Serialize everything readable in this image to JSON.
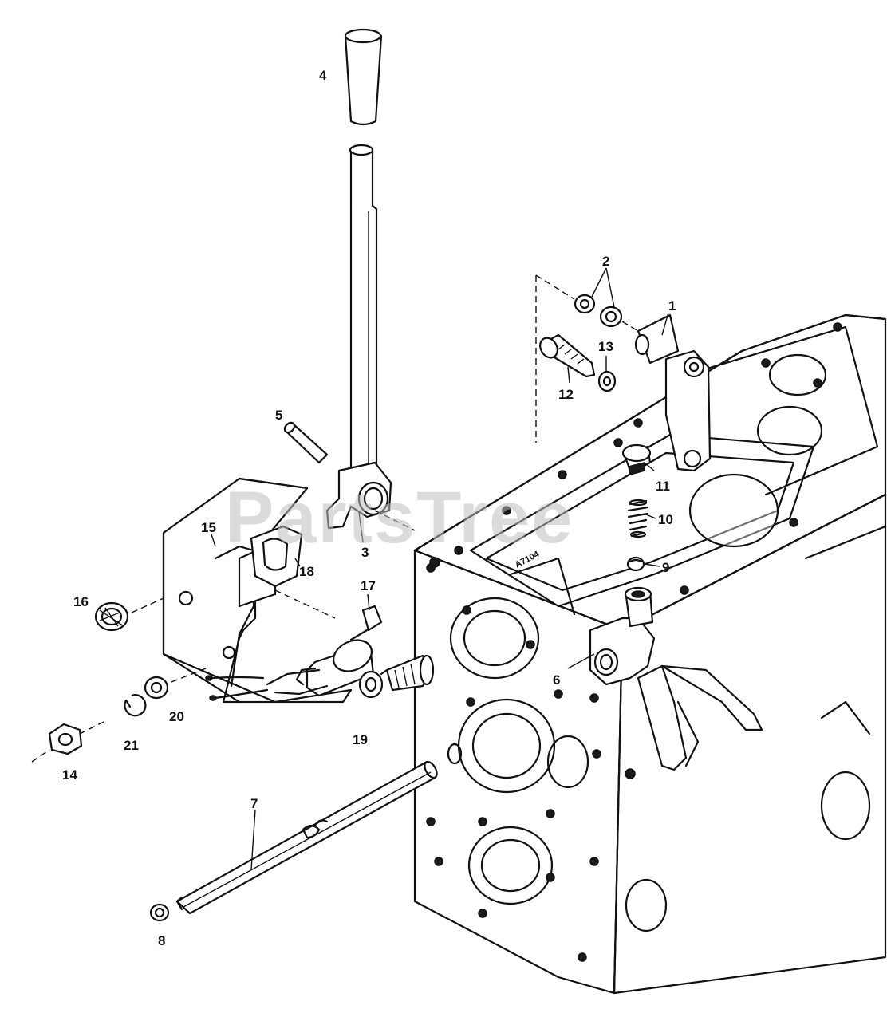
{
  "watermark": "PartsTree",
  "callouts": {
    "c1": "1",
    "c2": "2",
    "c3": "3",
    "c4": "4",
    "c5": "5",
    "c6": "6",
    "c7": "7",
    "c8": "8",
    "c9": "9",
    "c10": "10",
    "c11": "11",
    "c12": "12",
    "c13": "13",
    "c14": "14",
    "c15": "15",
    "c16": "16",
    "c17": "17",
    "c18": "18",
    "c19": "19",
    "c20": "20",
    "c21": "21"
  },
  "housing_stamp": "A7104"
}
